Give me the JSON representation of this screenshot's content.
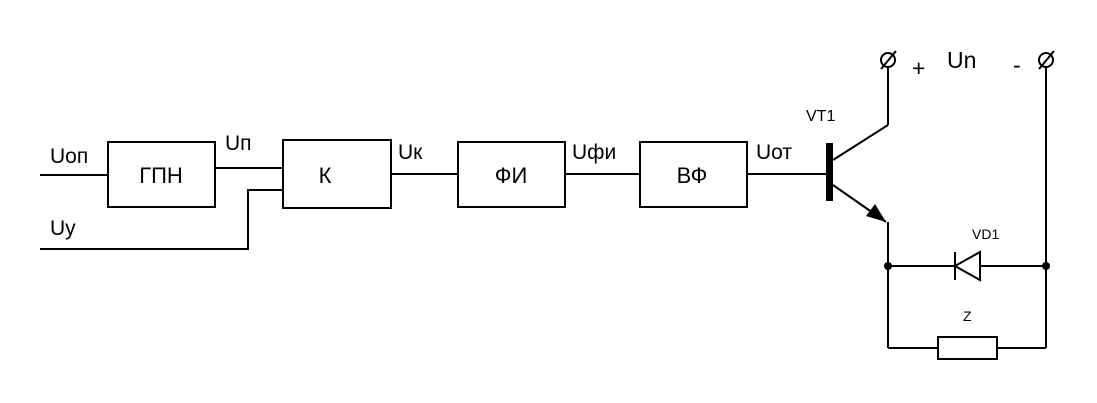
{
  "blocks": {
    "gpn": "ГПН",
    "k": "К",
    "fi": "ФИ",
    "vf": "ВФ"
  },
  "signals": {
    "u_op": "Uоп",
    "u_p": "Uп",
    "u_k": "Uк",
    "u_fi": "Uфи",
    "u_ot": "Uот",
    "u_y": "Uу"
  },
  "components": {
    "transistor": "VT1",
    "diode": "VD1",
    "load": "Z"
  },
  "supply": {
    "plus": "+",
    "minus": "-",
    "label": "Un"
  },
  "colors": {
    "line": "#000000",
    "background": "#ffffff"
  }
}
